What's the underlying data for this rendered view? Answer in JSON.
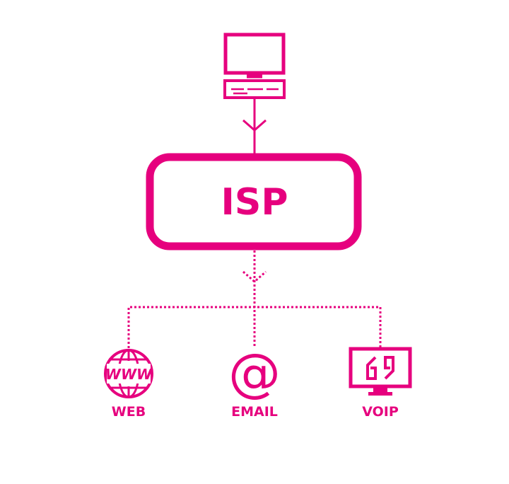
{
  "theme": {
    "accent": "#e6007e",
    "background": "#ffffff"
  },
  "center": {
    "label": "ISP"
  },
  "top_node": {
    "icon": "desktop-computer-icon"
  },
  "services": [
    {
      "label": "WEB",
      "icon": "globe-www-icon",
      "www_text": "WWW"
    },
    {
      "label": "EMAIL",
      "icon": "at-sign-icon",
      "symbol": "@"
    },
    {
      "label": "VOIP",
      "icon": "voip-monitor-icon"
    }
  ]
}
